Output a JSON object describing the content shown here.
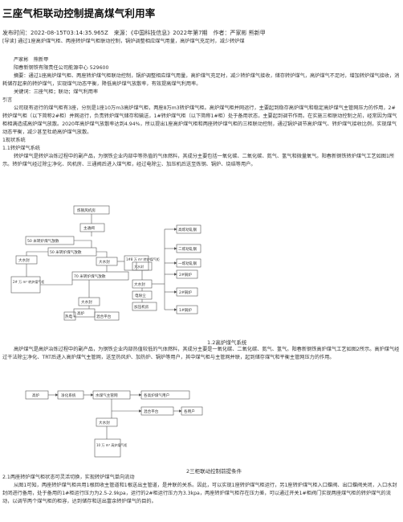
{
  "title": "三座气柜联动控制提高煤气利用率",
  "meta": "发布时间：2022-08-15T03:14:35.965Z　来源：《中国科技信息》2022年第7期　作者：严家彬 熊新甲",
  "guide": "[导读] 通过1座高炉煤气柜、两座转炉煤气柜联动控制，锅炉调整相应煤气用量，高炉煤气充足时，减少转炉煤",
  "authors": "严家彬　熊新甲",
  "affiliation": "阳春新钢铁有限责任公司能源中心 529600",
  "abstract": "摘要：通过1座高炉煤气柜、两座转炉煤气柜联动控制，锅炉调整相应煤气用量，高炉煤气充足时，减少转炉煤气接收，储存转炉煤气，高炉煤气不足时，增加转炉煤气接收，消耗储存起来的转炉煤气，实现煤气动态平衡，降低高炉煤气放散率，有效提高煤气利用率。",
  "keywords": "关键词：三座气柜；联动；煤气利用率",
  "intro_heading": "引言",
  "intro": "公司现有运行的煤气柜有3座，分别是1座10万m3高炉煤气柜，两座8万m3转炉煤气柜。高炉煤气柜并网运行，主要起到稳存高炉煤气和稳定高炉煤气主管网压力的作用，2#转炉煤气柜（以下简称2#柜）并网运行，负责转炉煤气储存和输送，1#转炉煤气柜（以下简称1#柜）处于备用状态，主要起到调节作用。在实施三柜联动控制之前，经常因为煤气柜相满造成高炉煤气放散。2020年高炉煤气放散率达到4.94%，所以提出1座高炉煤气柜和两座转炉煤气柜的三柜联动控制，通过锅炉调节高炉煤气、转炉煤气接收比例，实现煤气动态平衡，减少甚至杜绝高炉煤气放散。",
  "sec1": "1现状系统",
  "sec11": "1.1转炉煤气系统",
  "p11": "转炉煤气是转炉冶炼过程中的副产品，为钢铁企业内部中等热值的气体燃料，其成分主要包括一氧化碳、二氧化碳、氮气、氢气和微量氧气。阳春新钢铁转炉煤气工艺如图1所示。转炉煤气经过除尘净化、风机房、三通阀后进入煤气柜，经过电除尘、加压机后送至炼钢、锅炉、烧结等用户。",
  "fig1": {
    "caption": "1.2高炉煤气系统",
    "boxes": {
      "b1": "炼钢风机房",
      "b2": "主通阀",
      "b3": "50 米转炉煤气放散",
      "b4": "50 米转炉煤气放散",
      "b5": "大水封",
      "b6": "大水封",
      "b7": "1#8 万 m³ 转炉煤气柜",
      "b8": "70 米转炉煤气放散",
      "b9": "2# 万 m³ 转炉煤气柜",
      "b10": "大水封",
      "b11": "大水封",
      "b12": "大水封",
      "b13": "电除尘",
      "b14": "加压机房",
      "b15": "热电",
      "b16": "混合平台",
      "b17": "高炉",
      "r1": "高炼劝轧钢",
      "r2": "二炼劝轧钢",
      "r3": "一炼劝轧钢",
      "r4": "2#锅炉",
      "r5": "2#锅炉",
      "r6": "1#锅炉"
    }
  },
  "p12": "高炉煤气是高炉冶炼过程中的副产品，为钢铁企业内部热值较低的气体燃料，其成分主要是一氧化碳、二氧化碳、氮气、氢气。阳春新钢铁高炉煤气工艺如图2所示。高炉煤气经过干法除尘净化、TRT后进入高炉煤气主管网，送至热风炉、加热炉、锅炉等用户，其中煤气柜与主管网并联，起到储存煤气和平衡主管网压力的作用。",
  "fig2": {
    "caption": "2三柜联动控制前提条件",
    "boxes": {
      "c1": "高炉",
      "c2": "净化系统",
      "c3": "水煤气主管网",
      "c4": "各高炉煤气用户",
      "c5": "大水封",
      "c6": "混合平台",
      "c7": "各用户",
      "c8": "10 万 m³ 高炉煤气柜"
    }
  },
  "sec21": "2.1两座转炉煤气柜状态可灵活切换，实现转炉煤气单向流动",
  "p21": "从图1可知，两座转炉煤气柜共用1根回收主管道和1根送出主管道，是并联的关系。因此，可以实现1座转炉煤气柜运行，另1座转炉煤气柜入口蝶阀、出口蝶阀关闭，入口水封封闭进行备用，处于备用的1#柜运行压力为2.5-2.9kpa，运行的2#柜运行压力为3.3kpa，两座转炉煤气柜存在压力差，可以通过开关1#柜阀门实现两座煤气柜的转炉煤气的流动，以调节两个煤气柜的柜容，达到储存和送出富余转炉煤气的目的。"
}
